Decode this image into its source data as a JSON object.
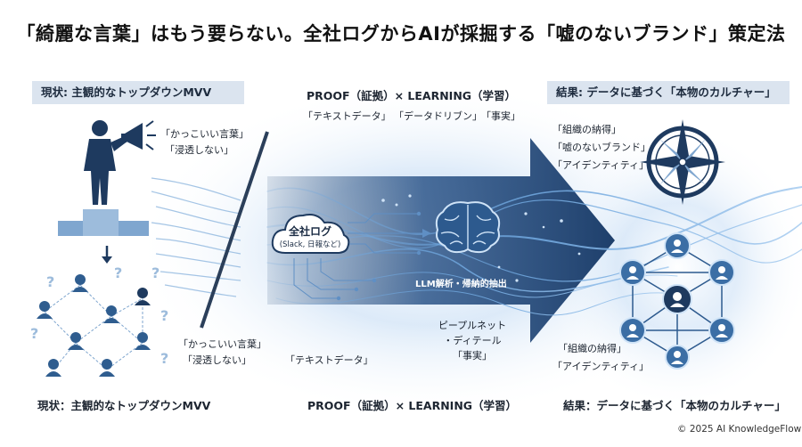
{
  "title": "「綺麗な言葉」はもう要らない。全社ログからAIが採掘する「嘘のないブランド」策定法",
  "left": {
    "header": "現状: 主観的なトップダウンMVV",
    "bubble_top": [
      "「かっこいい言葉」",
      "「浸透しない」"
    ],
    "bubble_bottom": [
      "「かっこいい言葉」",
      "「浸透しない」"
    ],
    "footer": "現状：主観的なトップダウンMVV"
  },
  "middle": {
    "header": "PROOF（証拠）× LEARNING（学習）",
    "tags": [
      "「テキストデータ」",
      "「データドリブン」",
      "「事実」"
    ],
    "cloud_title": "全社ログ",
    "cloud_sub": "(Slack, 日報など)",
    "llm_label": "LLM解析・帰納的抽出",
    "people_lines": [
      "ピープルネット",
      "・ディテール",
      "「事実」"
    ],
    "text_data_bottom": "「テキストデータ」",
    "footer": "PROOF（証拠）× LEARNING（学習）"
  },
  "right": {
    "header": "結果: データに基づく「本物のカルチャー」",
    "top_lines": [
      "「組織の納得」",
      "「嘘のないブランド」",
      "「アイデンティティ」"
    ],
    "bottom_lines": [
      "「組織の納得」",
      "「アイデンティティ」"
    ],
    "footer": "結果：データに基づく「本物のカルチャー」"
  },
  "copyright": "© 2025 AI KnowledgeFlow",
  "colors": {
    "navy": "#1e3a5f",
    "blue": "#3b6ea5",
    "light_blue": "#9fc3e8",
    "header_bg": "#dbe4ef"
  }
}
